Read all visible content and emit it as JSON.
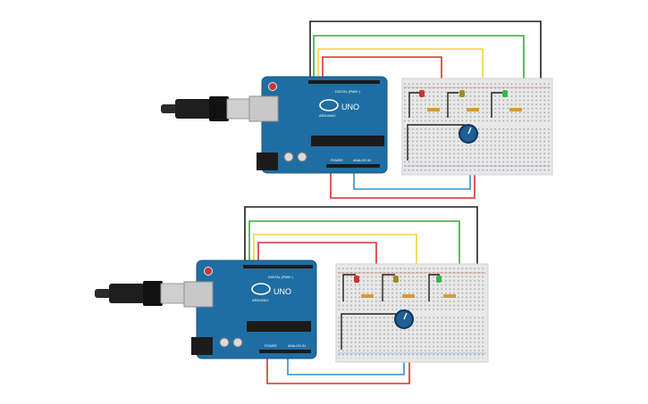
{
  "circuits": [
    {
      "board": {
        "brand": "ARDUINO",
        "model": "UNO",
        "digital_label": "DIGITAL (PWM~)",
        "power_label": "POWER",
        "analog_label": "ANALOG IN"
      },
      "leds": [
        {
          "color": "red",
          "hex": "#d32f2f"
        },
        {
          "color": "yellow",
          "hex": "#9e8b2a"
        },
        {
          "color": "green",
          "hex": "#3bb54a"
        }
      ],
      "wire_colors": {
        "gnd": "#1f1f1f",
        "green": "#3aa83a",
        "yellow": "#f2d33b",
        "red": "#d8302c",
        "blue": "#2f8fce"
      }
    },
    {
      "board": {
        "brand": "ARDUINO",
        "model": "UNO",
        "digital_label": "DIGITAL (PWM~)",
        "power_label": "POWER",
        "analog_label": "ANALOG IN"
      },
      "leds": [
        {
          "color": "red",
          "hex": "#d32f2f"
        },
        {
          "color": "yellow",
          "hex": "#9e8b2a"
        },
        {
          "color": "green",
          "hex": "#3bb54a"
        }
      ],
      "wire_colors": {
        "gnd": "#1f1f1f",
        "green": "#3aa83a",
        "yellow": "#f2d33b",
        "red": "#d8302c",
        "blue": "#2f8fce"
      }
    }
  ]
}
